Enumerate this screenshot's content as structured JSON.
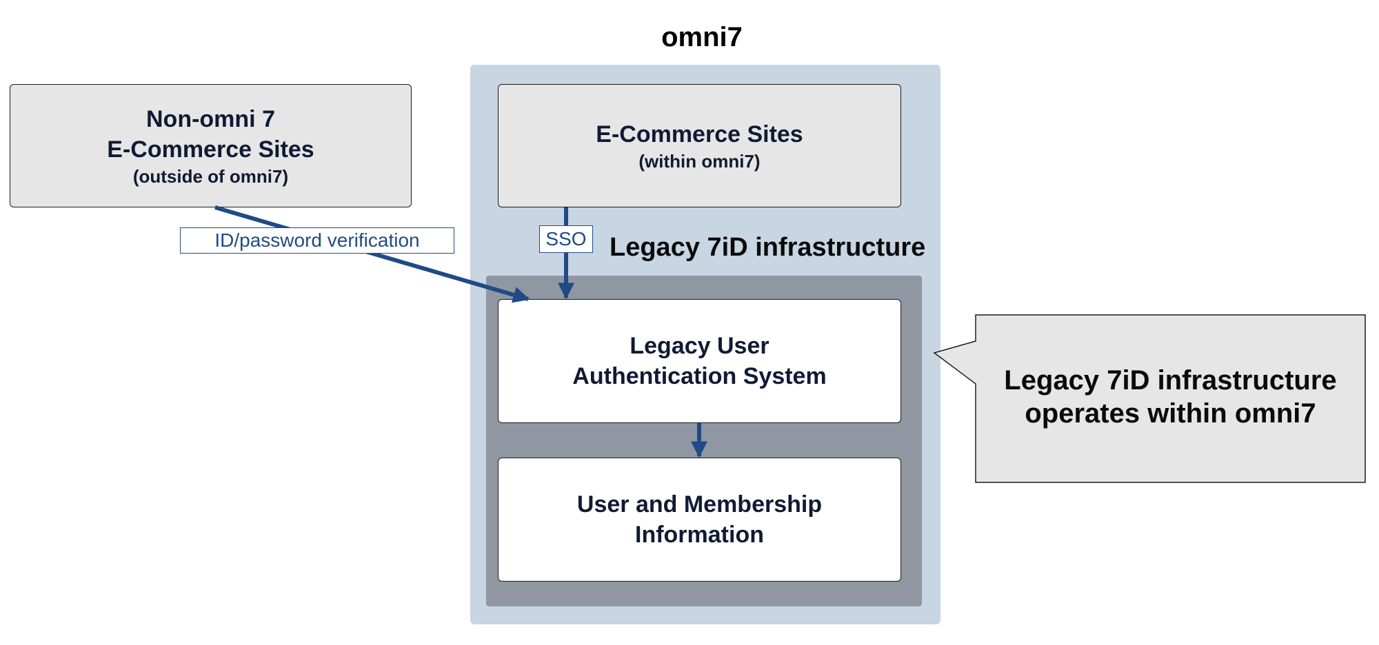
{
  "diagram_title": "omni7",
  "legacy_region_title": "Legacy 7iD infrastructure",
  "non_omni_box": {
    "line1": "Non-omni 7",
    "line2": "E-Commerce Sites",
    "subtitle": "(outside of omni7)"
  },
  "ecommerce_box": {
    "title": "E-Commerce Sites",
    "subtitle": "(within omni7)"
  },
  "auth_box": {
    "line1": "Legacy User",
    "line2": "Authentication System"
  },
  "membership_box": {
    "line1": "User and Membership",
    "line2": "Information"
  },
  "connectors": {
    "id_password_label": "ID/password verification",
    "sso_label": "SSO"
  },
  "callout": {
    "line1": "Legacy 7iD infrastructure",
    "line2": "operates within omni7"
  },
  "colors": {
    "omni_region": "#c8d5e3",
    "legacy_region": "#9097a3",
    "box_gray": "#e6e6e6",
    "arrow": "#1f4a85"
  }
}
